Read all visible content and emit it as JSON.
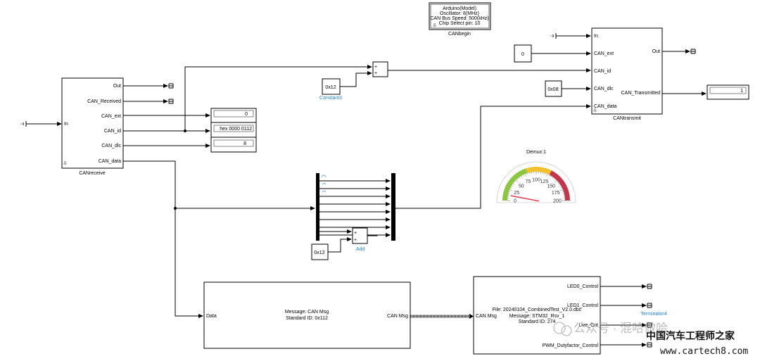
{
  "can_receive": {
    "name": "CANreceive",
    "in_port": "In",
    "out_ports": [
      "Out",
      "CAN_Received",
      "CAN_ext",
      "CAN_id",
      "CAN_dlc",
      "CAN_data"
    ]
  },
  "displays": {
    "ext_value": "0",
    "id_value": "hex 0000 0112",
    "dlc_value": "8",
    "transmitted_value": "1"
  },
  "can_begin": {
    "name": "CANbegin",
    "lines": [
      "Arduino(Model)",
      "Oscillator: 8(MHz)",
      "CAN Bus Speed: 500(kHz)",
      "Chip Select pin: 10"
    ]
  },
  "can_transmit": {
    "name": "CANtransmit",
    "in_ports": [
      "In",
      "CAN_ext",
      "CAN_id",
      "CAN_dlc",
      "CAN_data"
    ],
    "out_ports": [
      "Out",
      "CAN_Transmitted"
    ]
  },
  "constants": {
    "ext": "0",
    "id_offset": "0x12",
    "dlc": "0x08",
    "add_const": "0x12"
  },
  "sum_block": {
    "signs": [
      "+",
      "+"
    ],
    "name": "Constant3"
  },
  "add_block": {
    "signs": [
      "+",
      "+"
    ],
    "name": "Add"
  },
  "gauge": {
    "title": "Demux:1",
    "ticks": [
      "0",
      "25",
      "50",
      "75",
      "100",
      "125",
      "150",
      "175",
      "200"
    ],
    "value": 12,
    "min": 0,
    "max": 200,
    "colors": {
      "green": "#8cc63f",
      "yellow": "#f2c12e",
      "red": "#c4374b",
      "needle": "#e0445a"
    }
  },
  "can_pack": {
    "in_port": "Data",
    "out_port": "CAN Msg",
    "lines": [
      "Message: CAN Msg",
      "Standard ID: 0x112"
    ]
  },
  "can_unpack": {
    "in_port": "CAN Msg",
    "lines": [
      "File: 20240104_CombinedTest_V2.0.dbc",
      "Message: STM32_Rsv_1",
      "Standard ID: 274"
    ],
    "out_ports": [
      "LED0_Control",
      "LED1_Control",
      "Live_Cnt",
      "PWM_Dutyfactor_Control"
    ]
  },
  "terminator_label": "Terminator4",
  "watermark": {
    "account": "公众号 · 混哈做哈",
    "site_cn": "中国汽车工程师之家",
    "site_url": "www.cartech8.com"
  }
}
